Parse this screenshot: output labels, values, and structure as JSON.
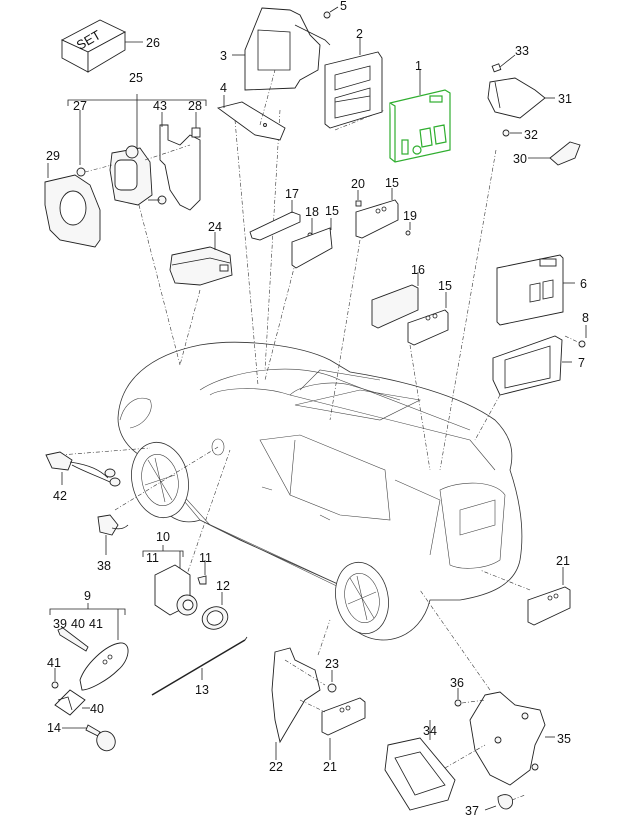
{
  "diagram": {
    "title": "Control units and sensors – exploded parts view",
    "highlight_color": "#2fae2f",
    "set_box_text": "SET",
    "callouts": [
      {
        "id": "1",
        "label": "1",
        "part": "control-unit-highlighted"
      },
      {
        "id": "2",
        "label": "2",
        "part": "mounting-plate"
      },
      {
        "id": "3",
        "label": "3",
        "part": "bracket"
      },
      {
        "id": "4",
        "label": "4",
        "part": "holder-plate"
      },
      {
        "id": "5",
        "label": "5",
        "part": "screw"
      },
      {
        "id": "6",
        "label": "6",
        "part": "control-unit"
      },
      {
        "id": "7",
        "label": "7",
        "part": "bracket-frame"
      },
      {
        "id": "8",
        "label": "8",
        "part": "screw"
      },
      {
        "id": "9",
        "label": "9",
        "part": "key-set"
      },
      {
        "id": "10",
        "label": "10",
        "part": "ignition-lock"
      },
      {
        "id": "11a",
        "label": "11",
        "part": "ignition-lock-sub"
      },
      {
        "id": "11b",
        "label": "11",
        "part": "clip"
      },
      {
        "id": "12",
        "label": "12",
        "part": "ring"
      },
      {
        "id": "13",
        "label": "13",
        "part": "cable"
      },
      {
        "id": "14",
        "label": "14",
        "part": "emergency-key"
      },
      {
        "id": "15a",
        "label": "15",
        "part": "antenna-module"
      },
      {
        "id": "15b",
        "label": "15",
        "part": "antenna-module"
      },
      {
        "id": "15c",
        "label": "15",
        "part": "antenna-module"
      },
      {
        "id": "16",
        "label": "16",
        "part": "cover"
      },
      {
        "id": "17",
        "label": "17",
        "part": "holder"
      },
      {
        "id": "18",
        "label": "18",
        "part": "screw"
      },
      {
        "id": "19",
        "label": "19",
        "part": "screw"
      },
      {
        "id": "20",
        "label": "20",
        "part": "clip"
      },
      {
        "id": "21a",
        "label": "21",
        "part": "antenna-module-rear"
      },
      {
        "id": "21b",
        "label": "21",
        "part": "antenna-module-bumper"
      },
      {
        "id": "22",
        "label": "22",
        "part": "bracket"
      },
      {
        "id": "23",
        "label": "23",
        "part": "nut"
      },
      {
        "id": "24",
        "label": "24",
        "part": "control-unit-box"
      },
      {
        "id": "25",
        "label": "25",
        "part": "radar-sensor-set"
      },
      {
        "id": "26",
        "label": "26",
        "part": "set-box"
      },
      {
        "id": "27",
        "label": "27",
        "part": "screw"
      },
      {
        "id": "28",
        "label": "28",
        "part": "clip"
      },
      {
        "id": "29",
        "label": "29",
        "part": "cover-trim"
      },
      {
        "id": "30",
        "label": "30",
        "part": "key-fob"
      },
      {
        "id": "31",
        "label": "31",
        "part": "receiver-unit"
      },
      {
        "id": "32",
        "label": "32",
        "part": "screw"
      },
      {
        "id": "33",
        "label": "33",
        "part": "clip"
      },
      {
        "id": "34",
        "label": "34",
        "part": "radar-sensor-rear"
      },
      {
        "id": "35",
        "label": "35",
        "part": "bracket-rear"
      },
      {
        "id": "36",
        "label": "36",
        "part": "screw"
      },
      {
        "id": "37",
        "label": "37",
        "part": "nut"
      },
      {
        "id": "38",
        "label": "38",
        "part": "sensor-harness"
      },
      {
        "id": "39",
        "label": "39",
        "part": "key-blade"
      },
      {
        "id": "40a",
        "label": "40",
        "part": "key-cover"
      },
      {
        "id": "40b",
        "label": "40",
        "part": "key-cover"
      },
      {
        "id": "41a",
        "label": "41",
        "part": "remote-key"
      },
      {
        "id": "41b",
        "label": "41",
        "part": "screw"
      },
      {
        "id": "42",
        "label": "42",
        "part": "wiring-harness"
      },
      {
        "id": "43",
        "label": "43",
        "part": "bracket"
      }
    ]
  }
}
